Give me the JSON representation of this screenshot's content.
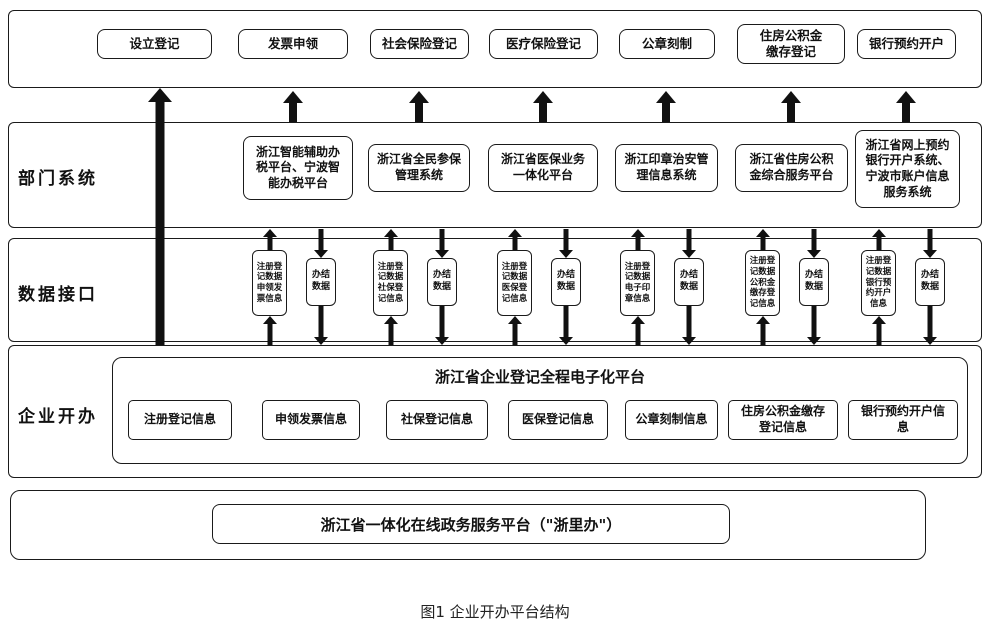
{
  "top_services": {
    "items": [
      "设立登记",
      "发票申领",
      "社会保险登记",
      "医疗保险登记",
      "公章刻制",
      "住房公积金\n缴存登记",
      "银行预约开户"
    ]
  },
  "dept": {
    "label": "部门系统",
    "systems": [
      "浙江智能辅助办\n税平台、宁波智\n能办税平台",
      "浙江省全民参保\n管理系统",
      "浙江省医保业务\n一体化平台",
      "浙江印章治安管\n理信息系统",
      "浙江省住房公积\n金综合服务平台",
      "浙江省网上预约\n银行开户系统、\n宁波市账户信息\n服务系统"
    ]
  },
  "data_interface": {
    "label": "数据接口",
    "pairs": [
      {
        "up": "注册登\n记数据\n申领发\n票信息",
        "down": "办结\n数据"
      },
      {
        "up": "注册登\n记数据\n社保登\n记信息",
        "down": "办结\n数据"
      },
      {
        "up": "注册登\n记数据\n医保登\n记信息",
        "down": "办结\n数据"
      },
      {
        "up": "注册登\n记数据\n电子印\n章信息",
        "down": "办结\n数据"
      },
      {
        "up": "注册登\n记数据\n公积金\n缴存登\n记信息",
        "down": "办结\n数据"
      },
      {
        "up": "注册登\n记数据\n银行预\n约开户\n信息",
        "down": "办结\n数据"
      }
    ]
  },
  "enterprise": {
    "label": "企业开办",
    "platform_title": "浙江省企业登记全程电子化平台",
    "items": [
      "注册登记信息",
      "申领发票信息",
      "社保登记信息",
      "医保登记信息",
      "公章刻制信息",
      "住房公积金缴存\n登记信息",
      "银行预约开户信\n息"
    ]
  },
  "bottom": {
    "platform": "浙江省一体化在线政务服务平台（\"浙里办\"）"
  },
  "caption": "图1  企业开办平台结构"
}
